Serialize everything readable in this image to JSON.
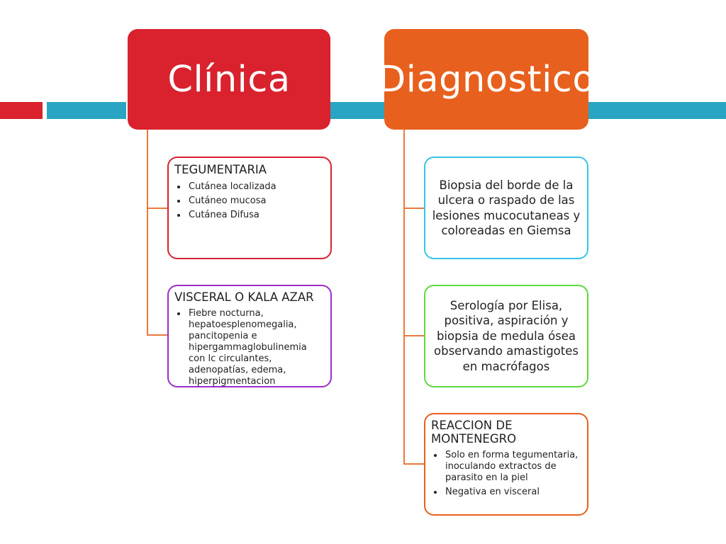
{
  "colors": {
    "teal_bar": "#2aa4c3",
    "red": "#d9222e",
    "orange": "#e8601d",
    "connector_orange": "#e97a3b",
    "purple": "#9b2ec9",
    "cyan": "#35c5e8",
    "green": "#5fd93a"
  },
  "clinica": {
    "header": "Clínica",
    "tegumentaria": {
      "title": "TEGUMENTARIA",
      "items": [
        "Cutánea localizada",
        "Cutáneo mucosa",
        "Cutánea Difusa"
      ]
    },
    "visceral": {
      "title": "VISCERAL O KALA AZAR",
      "items": [
        "Fiebre nocturna, hepatoesplenomegalia, pancitopenia e hipergammaglobulinemia con lc circulantes, adenopatías, edema, hiperpigmentacion"
      ]
    }
  },
  "diagnostico": {
    "header": "Diagnostico",
    "biopsia": "Biopsia del borde de la ulcera o raspado de  las lesiones mucocutaneas y coloreadas en Giemsa",
    "serologia": "Serología por Elisa, positiva, aspiración y biopsia de medula ósea observando amastigotes en macrófagos",
    "reaccion": {
      "title": "REACCION DE MONTENEGRO",
      "items": [
        "Solo en forma tegumentaria, inoculando extractos de parasito en la piel",
        "Negativa en visceral"
      ]
    }
  }
}
